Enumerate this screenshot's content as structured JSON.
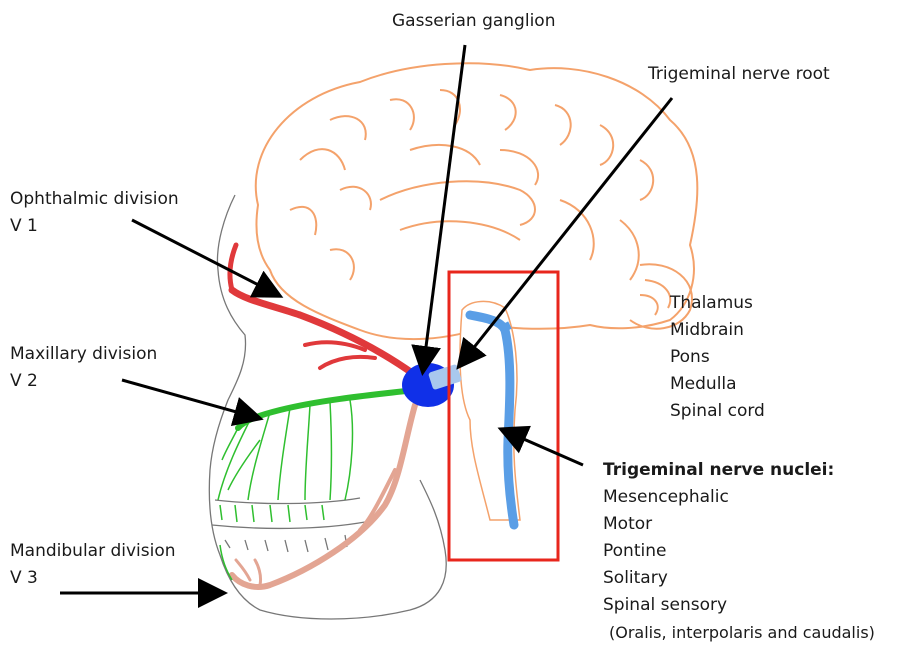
{
  "labels": {
    "gasserian_ganglion": "Gasserian ganglion",
    "trigeminal_nerve_root": "Trigeminal nerve root",
    "ophthalmic_division": "Ophthalmic division",
    "ophthalmic_code": "V 1",
    "maxillary_division": "Maxillary division",
    "maxillary_code": "V 2",
    "mandibular_division": "Mandibular division",
    "mandibular_code": "V 3"
  },
  "brainstem_regions": [
    "Thalamus",
    "Midbrain",
    "Pons",
    "Medulla",
    "Spinal cord"
  ],
  "nuclei": {
    "title": "Trigeminal nerve nuclei:",
    "items": [
      "Mesencephalic",
      "Motor",
      "Pontine",
      "Solitary",
      "Spinal sensory"
    ],
    "note": "(Oralis, interpolaris and caudalis)"
  },
  "colors": {
    "brain_outline": "#f4a26b",
    "ophthalmic_nerve": "#e0393b",
    "maxillary_nerve": "#2fbf2f",
    "mandibular_nerve": "#e3a593",
    "ganglion": "#1030e8",
    "brainstem_nuclei": "#5a9ee6",
    "highlight_box": "#e8261c",
    "skull_outline": "#777777"
  }
}
